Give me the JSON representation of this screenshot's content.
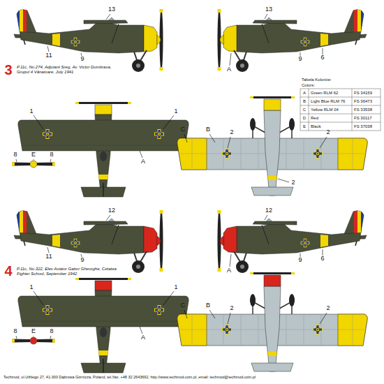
{
  "diagram": {
    "labels": [
      "13",
      "11",
      "9",
      "13",
      "9",
      "6",
      "A",
      "3",
      "P.11c, No.274, Adjutant Sreg. Av. Victor Dumbrava, Grupul 4 Vânatoare, July 1941",
      "1",
      "1",
      "A",
      "8",
      "E",
      "8",
      "C",
      "B",
      "2",
      "2",
      "2",
      "Tabela Kolorów:",
      "Colors:",
      "A",
      "Green RLM 62",
      "FS 34159",
      "B",
      "Light Blue RLM 76",
      "FS 36473",
      "C",
      "Yellow RLM 04",
      "FS 33538",
      "D",
      "Red",
      "FS 30117",
      "E",
      "Black",
      "FS 37038",
      "12",
      "11",
      "9",
      "12",
      "9",
      "6",
      "A",
      "4",
      "P.11c, No.322, Elev Aviator Gabor Gheorghe, Cetatea Fighter School, September 1942",
      "1",
      "1",
      "A",
      "8",
      "E",
      "8",
      "C",
      "B",
      "2",
      "2",
      "Techmod, ul.Uthlego 27, 41-300 Dąbrowa Górnicza, Poland, tel./fax. +48 32 2643692, http://www.techmod.com.pl, email: techmod@techmod.com.pl"
    ]
  }
}
